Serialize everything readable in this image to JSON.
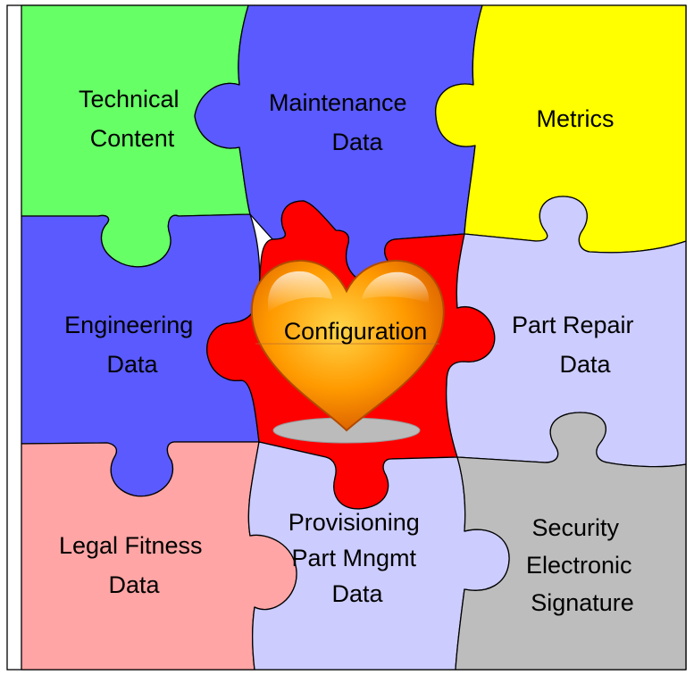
{
  "diagram": {
    "pieces": [
      {
        "id": "technical-content",
        "lines": [
          "Technical",
          "Content"
        ],
        "color": "#66ff66"
      },
      {
        "id": "maintenance-data",
        "lines": [
          "Maintenance",
          "Data"
        ],
        "color": "#5a5aff"
      },
      {
        "id": "metrics",
        "lines": [
          "Metrics"
        ],
        "color": "#ffff00"
      },
      {
        "id": "engineering-data",
        "lines": [
          "Engineering",
          "Data"
        ],
        "color": "#5a5aff"
      },
      {
        "id": "configuration",
        "lines": [
          "Configuration"
        ],
        "color": "#ff0000"
      },
      {
        "id": "part-repair-data",
        "lines": [
          "Part Repair",
          "Data"
        ],
        "color": "#ccccff"
      },
      {
        "id": "legal-fitness-data",
        "lines": [
          "Legal Fitness",
          "Data"
        ],
        "color": "#ffa5a5"
      },
      {
        "id": "provisioning-data",
        "lines": [
          "Provisioning",
          "Part Mngmt",
          "Data"
        ],
        "color": "#ccccff"
      },
      {
        "id": "security-signature",
        "lines": [
          "Security",
          "Electronic",
          "Signature"
        ],
        "color": "#bdbdbd"
      }
    ],
    "heart_color": "#ff9900"
  }
}
